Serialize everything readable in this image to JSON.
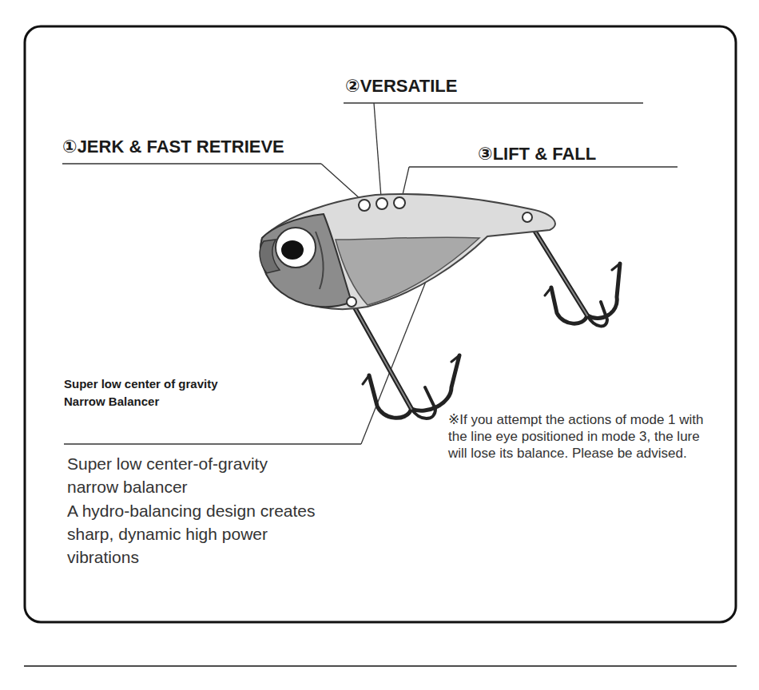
{
  "diagram": {
    "labels": [
      "②VERSATILE",
      "①JERK & FAST RETRIEVE",
      "③LIFT & FALL",
      "Super low center of gravity Narrow Balancer",
      "Super low center-of-gravity narrow balancer",
      "A hydro-balancing design creates sharp, dynamic high power vibrations",
      "※If you attempt the actions of mode 1 with the line eye positioned in mode 3, the lure will lose its balance. Please be advised."
    ]
  }
}
